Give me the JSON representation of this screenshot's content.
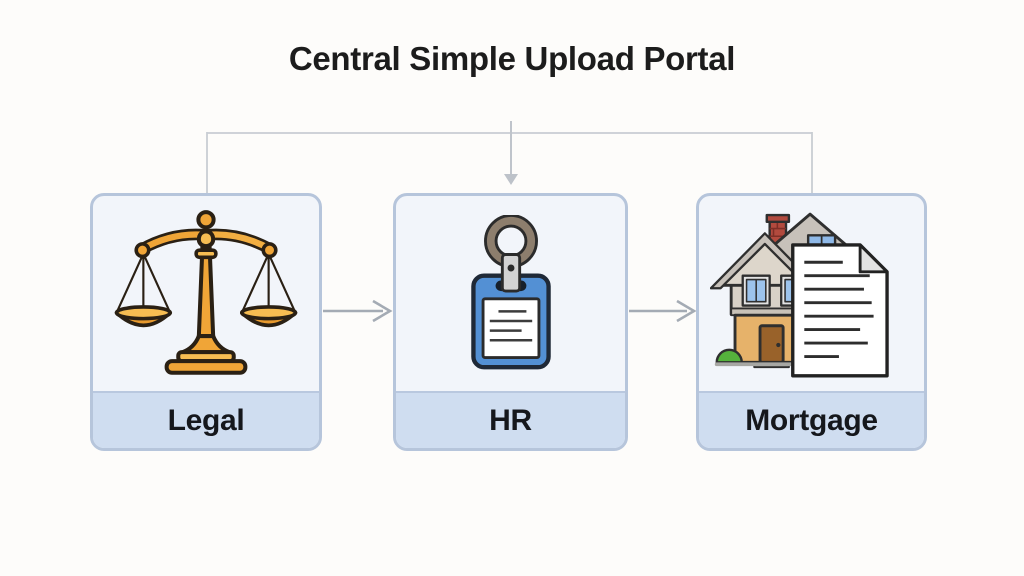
{
  "title": "Central Simple Upload Portal",
  "departments": [
    {
      "label": "Legal",
      "icon": "scales-of-justice-icon"
    },
    {
      "label": "HR",
      "icon": "id-badge-icon"
    },
    {
      "label": "Mortgage",
      "icon": "house-with-document-icon"
    }
  ],
  "flow_order": [
    "Legal",
    "HR",
    "Mortgage"
  ],
  "colors": {
    "background": "#fdfcfa",
    "title_text": "#1c1c1c",
    "box_border": "#b6c5db",
    "box_body_bg": "#f2f5fa",
    "label_band_bg": "#cfddf0",
    "label_band_divider": "#b9c8df",
    "label_text": "#15171c",
    "connector_line": "#c8cdd3",
    "flow_arrow_gray": "#a4abb4",
    "scale_gold": "#f0a537",
    "scale_gold_light": "#f7bd52",
    "badge_blue": "#5390d4",
    "ring_brown": "#8d7e6d",
    "house_wall_tan": "#e6b26a",
    "house_wall_beige": "#d8d1c7",
    "roof_gray": "#c7c1ba",
    "chimney_red": "#b24a3e",
    "window_blue": "#9cc3ec",
    "door_brown": "#99622a",
    "bush_green": "#55b23c",
    "document_white": "#ffffff"
  }
}
